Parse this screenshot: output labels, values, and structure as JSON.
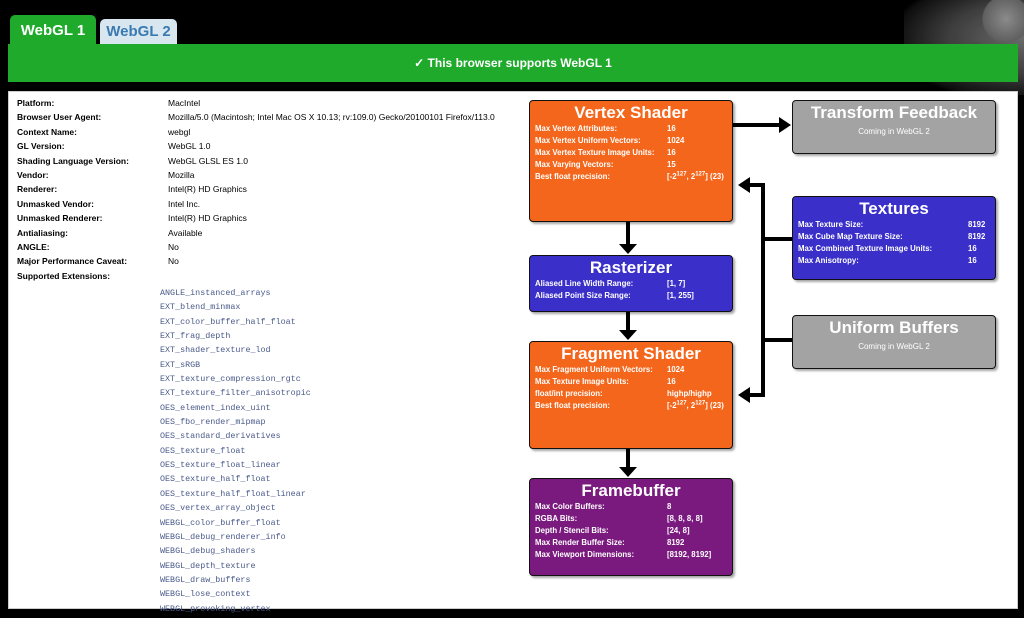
{
  "tabs": [
    {
      "label": "WebGL 1",
      "active": true
    },
    {
      "label": "WebGL 2",
      "active": false
    }
  ],
  "banner": "✓ This browser supports WebGL 1",
  "info": [
    {
      "key": "Platform:",
      "value": "MacIntel"
    },
    {
      "key": "Browser User Agent:",
      "value": "Mozilla/5.0 (Macintosh; Intel Mac OS X 10.13; rv:109.0) Gecko/20100101 Firefox/113.0"
    },
    {
      "key": "Context Name:",
      "value": "webgl"
    },
    {
      "key": "GL Version:",
      "value": "WebGL 1.0"
    },
    {
      "key": "Shading Language Version:",
      "value": "WebGL GLSL ES 1.0"
    },
    {
      "key": "Vendor:",
      "value": "Mozilla"
    },
    {
      "key": "Renderer:",
      "value": "Intel(R) HD Graphics"
    },
    {
      "key": "Unmasked Vendor:",
      "value": "Intel Inc."
    },
    {
      "key": "Unmasked Renderer:",
      "value": "Intel(R) HD Graphics"
    },
    {
      "key": "Antialiasing:",
      "value": "Available"
    },
    {
      "key": "ANGLE:",
      "value": "No"
    },
    {
      "key": "Major Performance Caveat:",
      "value": "No"
    },
    {
      "key": "Supported Extensions:",
      "value": ""
    }
  ],
  "extensions": [
    "ANGLE_instanced_arrays",
    "EXT_blend_minmax",
    "EXT_color_buffer_half_float",
    "EXT_frag_depth",
    "EXT_shader_texture_lod",
    "EXT_sRGB",
    "EXT_texture_compression_rgtc",
    "EXT_texture_filter_anisotropic",
    "OES_element_index_uint",
    "OES_fbo_render_mipmap",
    "OES_standard_derivatives",
    "OES_texture_float",
    "OES_texture_float_linear",
    "OES_texture_half_float",
    "OES_texture_half_float_linear",
    "OES_vertex_array_object",
    "WEBGL_color_buffer_float",
    "WEBGL_debug_renderer_info",
    "WEBGL_debug_shaders",
    "WEBGL_depth_texture",
    "WEBGL_draw_buffers",
    "WEBGL_lose_context",
    "WEBGL_provoking_vertex"
  ],
  "pipeline": {
    "vertex": {
      "title": "Vertex Shader",
      "rows": [
        {
          "k": "Max Vertex Attributes:",
          "v": "16"
        },
        {
          "k": "Max Vertex Uniform Vectors:",
          "v": "1024"
        },
        {
          "k": "Max Vertex Texture Image Units:",
          "v": "16"
        },
        {
          "k": "Max Varying Vectors:",
          "v": "15"
        },
        {
          "k": "Best float precision:",
          "v": "[-2^127, 2^127] (23)"
        }
      ]
    },
    "rasterizer": {
      "title": "Rasterizer",
      "rows": [
        {
          "k": "Aliased Line Width Range:",
          "v": "[1, 7]"
        },
        {
          "k": "Aliased Point Size Range:",
          "v": "[1, 255]"
        }
      ]
    },
    "fragment": {
      "title": "Fragment Shader",
      "rows": [
        {
          "k": "Max Fragment Uniform Vectors:",
          "v": "1024"
        },
        {
          "k": "Max Texture Image Units:",
          "v": "16"
        },
        {
          "k": "float/int precision:",
          "v": "highp/highp"
        },
        {
          "k": "Best float precision:",
          "v": "[-2^127, 2^127] (23)"
        }
      ]
    },
    "framebuffer": {
      "title": "Framebuffer",
      "rows": [
        {
          "k": "Max Color Buffers:",
          "v": "8"
        },
        {
          "k": "RGBA Bits:",
          "v": "[8, 8, 8, 8]"
        },
        {
          "k": "Depth / Stencil Bits:",
          "v": "[24, 8]"
        },
        {
          "k": "Max Render Buffer Size:",
          "v": "8192"
        },
        {
          "k": "Max Viewport Dimensions:",
          "v": "[8192, 8192]"
        }
      ]
    },
    "transform_feedback": {
      "title": "Transform Feedback",
      "sub": "Coming in WebGL 2"
    },
    "textures": {
      "title": "Textures",
      "rows": [
        {
          "k": "Max Texture Size:",
          "v": "8192"
        },
        {
          "k": "Max Cube Map Texture Size:",
          "v": "8192"
        },
        {
          "k": "Max Combined Texture Image Units:",
          "v": "16"
        },
        {
          "k": "Max Anisotropy:",
          "v": "16"
        }
      ]
    },
    "uniform_buffers": {
      "title": "Uniform Buffers",
      "sub": "Coming in WebGL 2"
    }
  },
  "colors": {
    "green": "#1faa2c",
    "orange": "#f4661b",
    "blue": "#3a2fc8",
    "purple": "#7a1a7f",
    "gray": "#a3a3a3"
  }
}
